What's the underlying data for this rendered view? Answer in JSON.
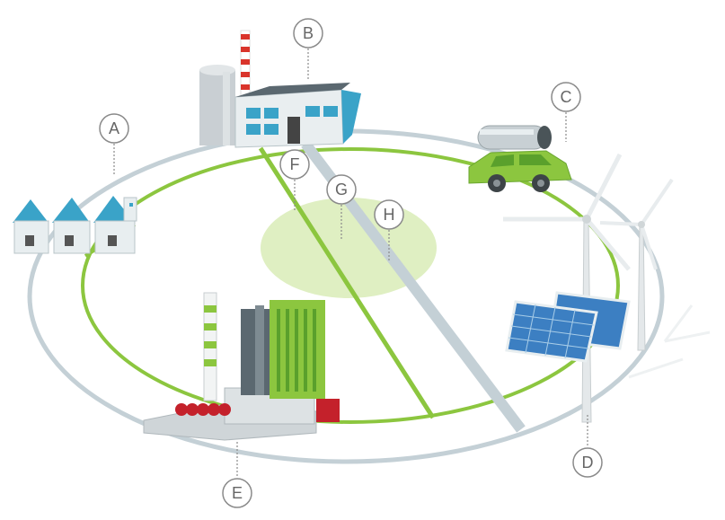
{
  "callouts": [
    {
      "id": "A",
      "label": "A"
    },
    {
      "id": "B",
      "label": "B"
    },
    {
      "id": "C",
      "label": "C"
    },
    {
      "id": "D",
      "label": "D"
    },
    {
      "id": "E",
      "label": "E"
    },
    {
      "id": "F",
      "label": "F"
    },
    {
      "id": "G",
      "label": "G"
    },
    {
      "id": "H",
      "label": "H"
    }
  ],
  "colors": {
    "green": "#8cc63f",
    "green_dark": "#5aa02c",
    "grey_line": "#c4d0d6",
    "zone": "#dfefc2",
    "callout_stroke": "#8a8a8a",
    "house_roof": "#3aa3c8",
    "solar": "#3c7fc2"
  },
  "icons": {
    "houses": "houses-icon",
    "factory": "factory-icon",
    "car": "electric-car-icon",
    "wind": "wind-turbine-icon",
    "solar": "solar-panel-icon",
    "power_plant": "power-plant-icon"
  }
}
